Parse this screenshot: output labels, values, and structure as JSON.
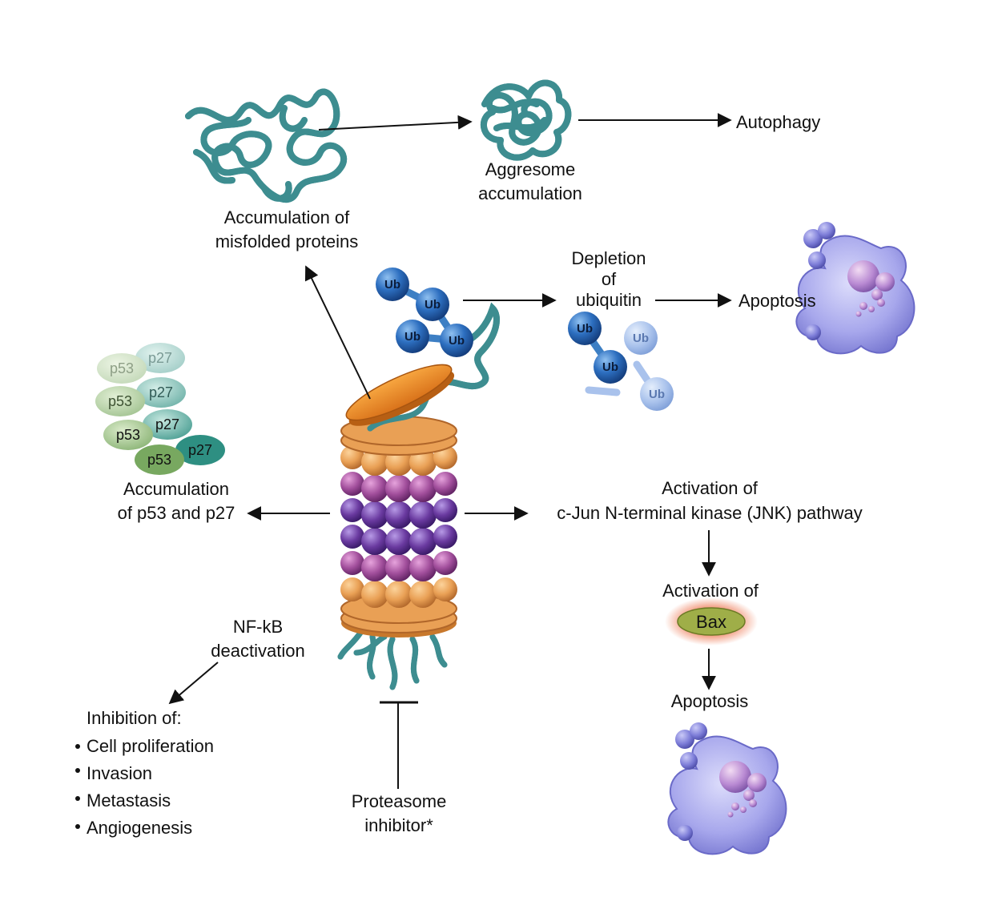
{
  "labels": {
    "misfolded_1": "Accumulation of",
    "misfolded_2": "misfolded proteins",
    "aggresome_1": "Aggresome",
    "aggresome_2": "accumulation",
    "autophagy": "Autophagy",
    "depletion_1": "Depletion",
    "depletion_2": "of",
    "depletion_3": "ubiquitin",
    "apoptosis_top": "Apoptosis",
    "p53p27_1": "Accumulation",
    "p53p27_2": "of p53 and p27",
    "jnk_1": "Activation of",
    "jnk_2": "c-Jun N-terminal kinase (JNK) pathway",
    "bax_title": "Activation of",
    "bax": "Bax",
    "apoptosis_bottom": "Apoptosis",
    "nfkb_1": "NF-kB",
    "nfkb_2": "deactivation",
    "inhibition_title": "Inhibition of:",
    "inhibition_items": [
      "Cell proliferation",
      "Invasion",
      "Metastasis",
      "Angiogenesis"
    ],
    "inhibitor_1": "Proteasome",
    "inhibitor_2": "inhibitor*",
    "ub": "Ub",
    "p53": "p53",
    "p27": "p27"
  },
  "colors": {
    "protein_strand": "#6fc1c3",
    "ubiquitin": "#2d6fc0",
    "proteasome_lid": "#f28b1e",
    "proteasome_ring": "#e9a055",
    "alpha_subunit": "#a24f9c",
    "beta_subunit": "#6a3aa0",
    "cell": "#8f8fe0",
    "bax": "#9fae48",
    "p53": "#8fb37a",
    "p27": "#3b9b8e"
  }
}
